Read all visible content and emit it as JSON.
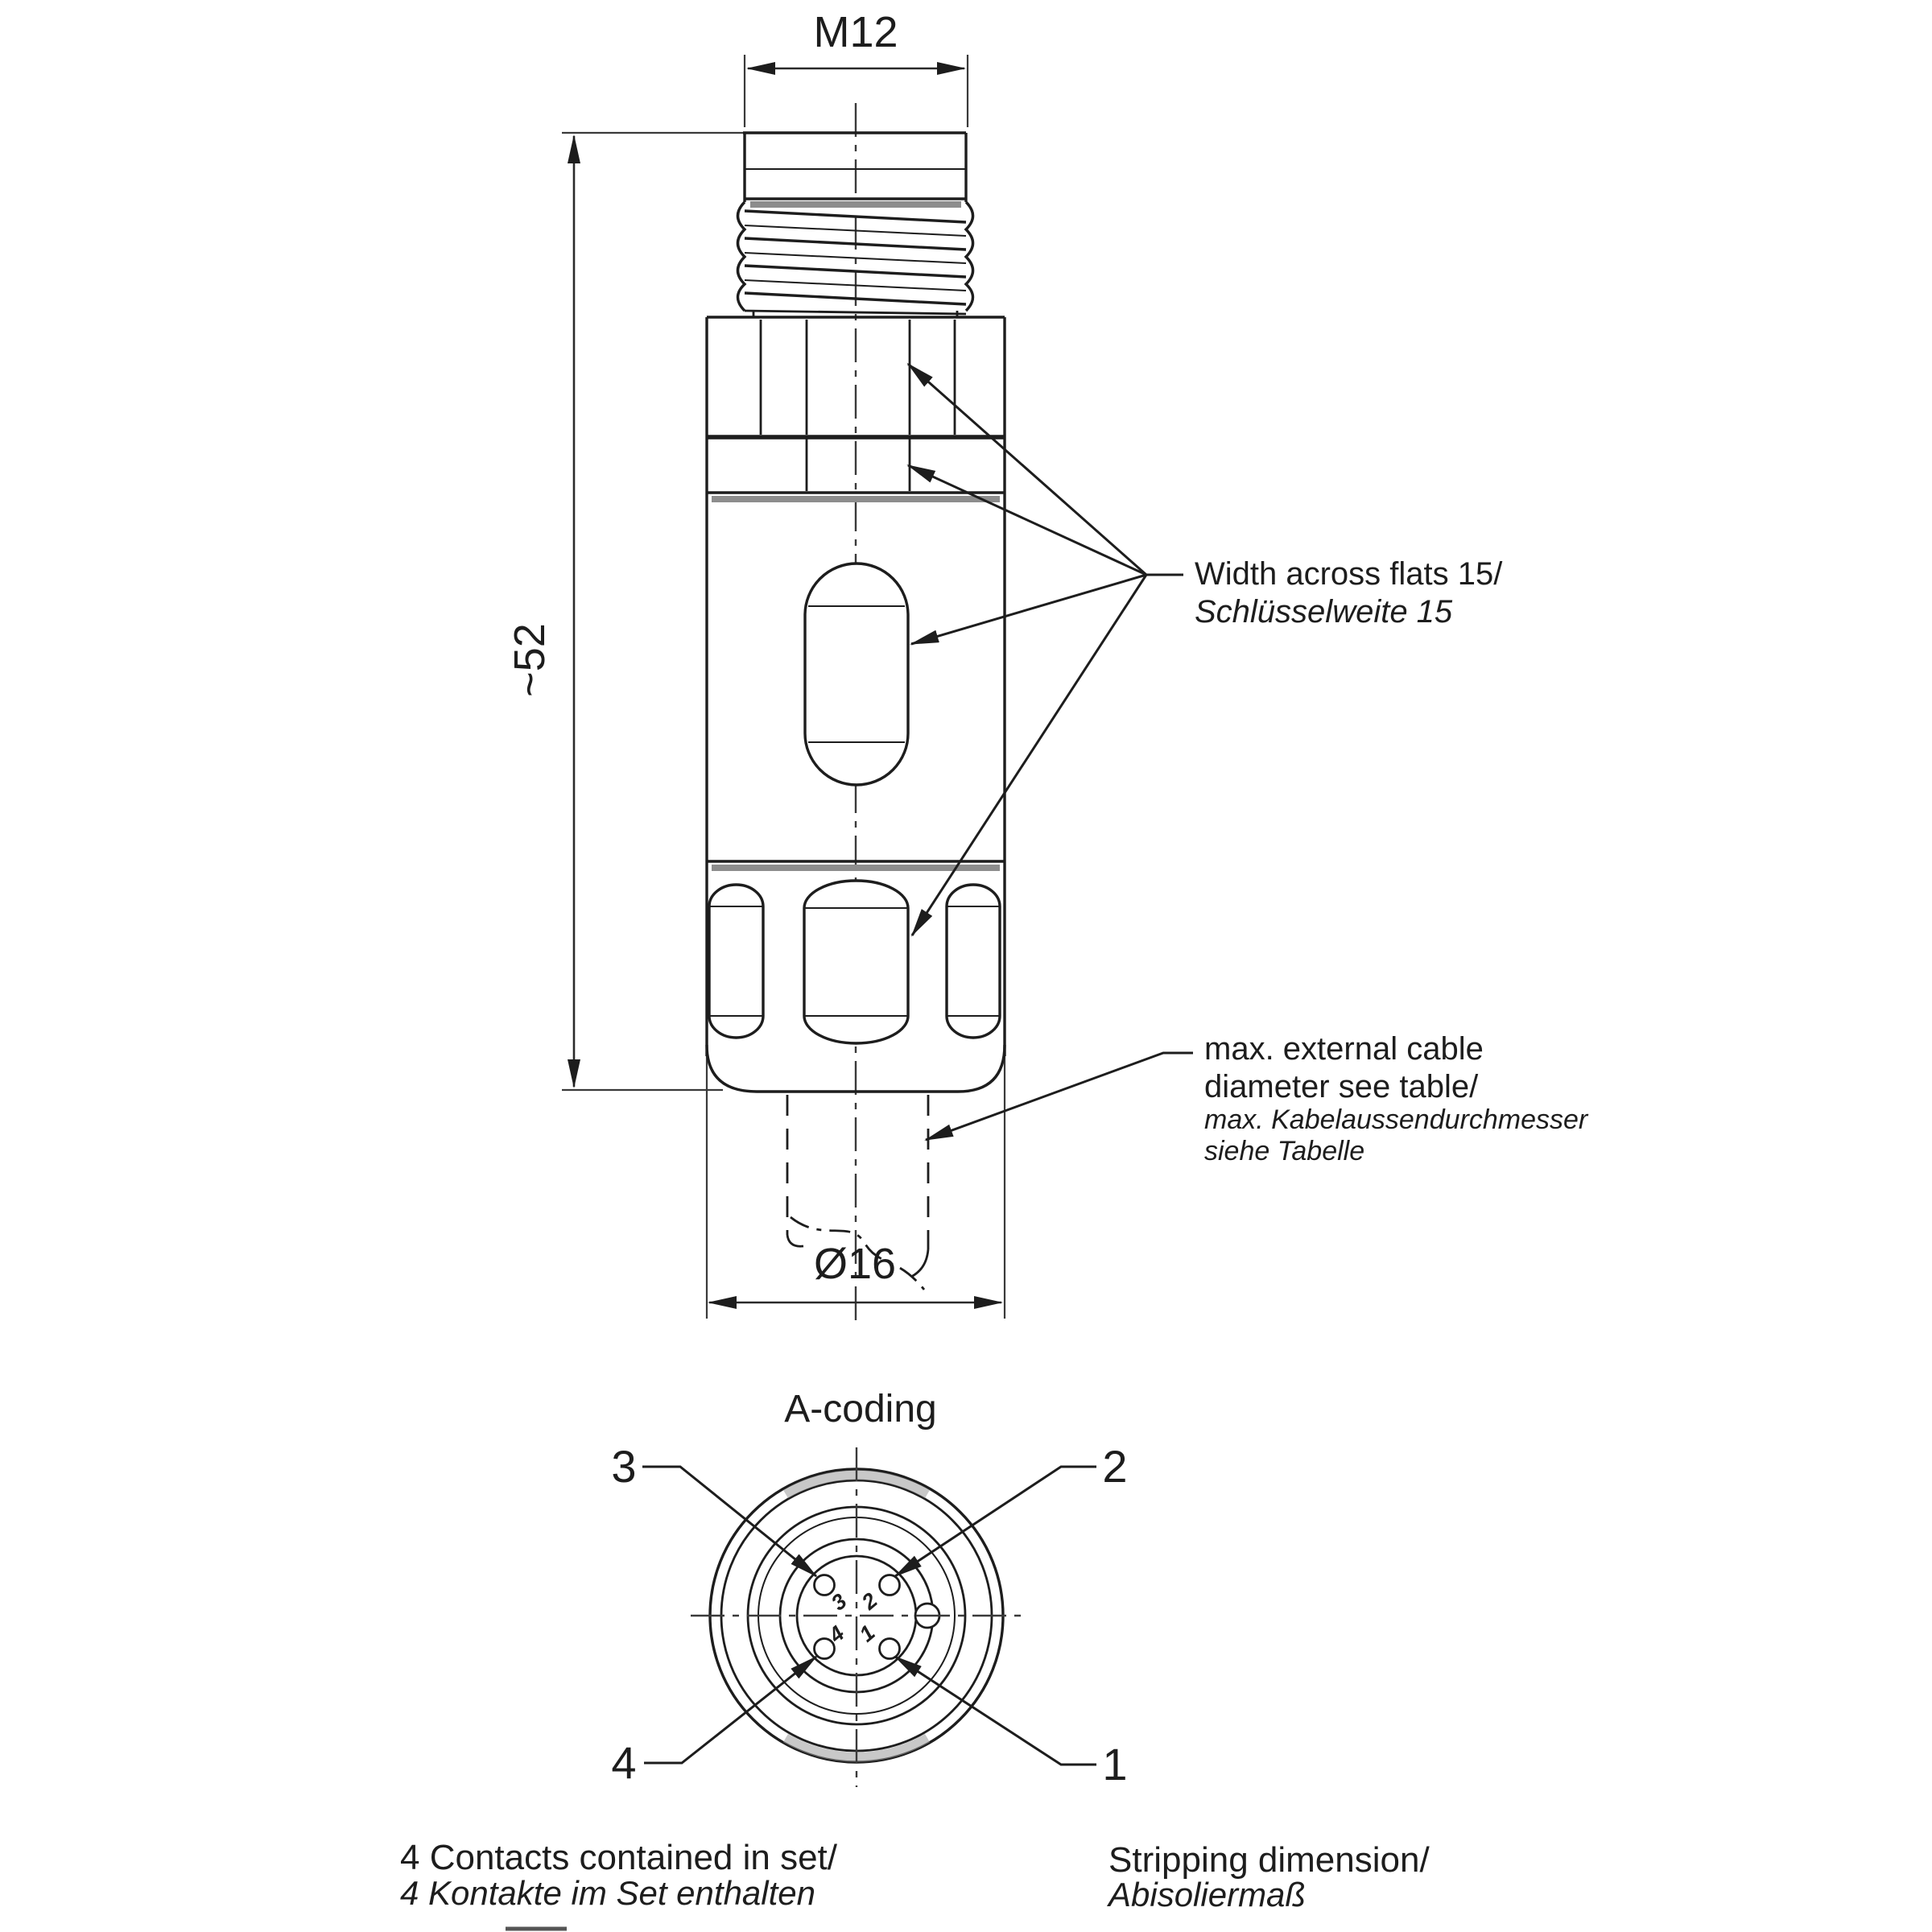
{
  "page": {
    "background": "#ffffff",
    "line_color": "#1d1d1d",
    "shade_color": "#8d8d8d"
  },
  "side_view": {
    "thread_dim": "M12",
    "length_dim": "~52",
    "diameter_dim": "Ø16",
    "flats_note_line1": "Width across flats 15/",
    "flats_note_line2": "Schlüsselweite 15",
    "cable_note_line1": "max. external cable",
    "cable_note_line2": "diameter see table/",
    "cable_note_line3": "max. Kabelaussendurchmesser",
    "cable_note_line4": "siehe Tabelle"
  },
  "face_view": {
    "title": "A-coding",
    "pins": {
      "p1": "1",
      "p2": "2",
      "p3": "3",
      "p4": "4"
    }
  },
  "footer": {
    "contacts_en": "4 Contacts contained in set/",
    "contacts_de": "4 Kontakte im Set enthalten",
    "stripping_en": "Stripping dimension/",
    "stripping_de": "Abisoliermaß"
  }
}
